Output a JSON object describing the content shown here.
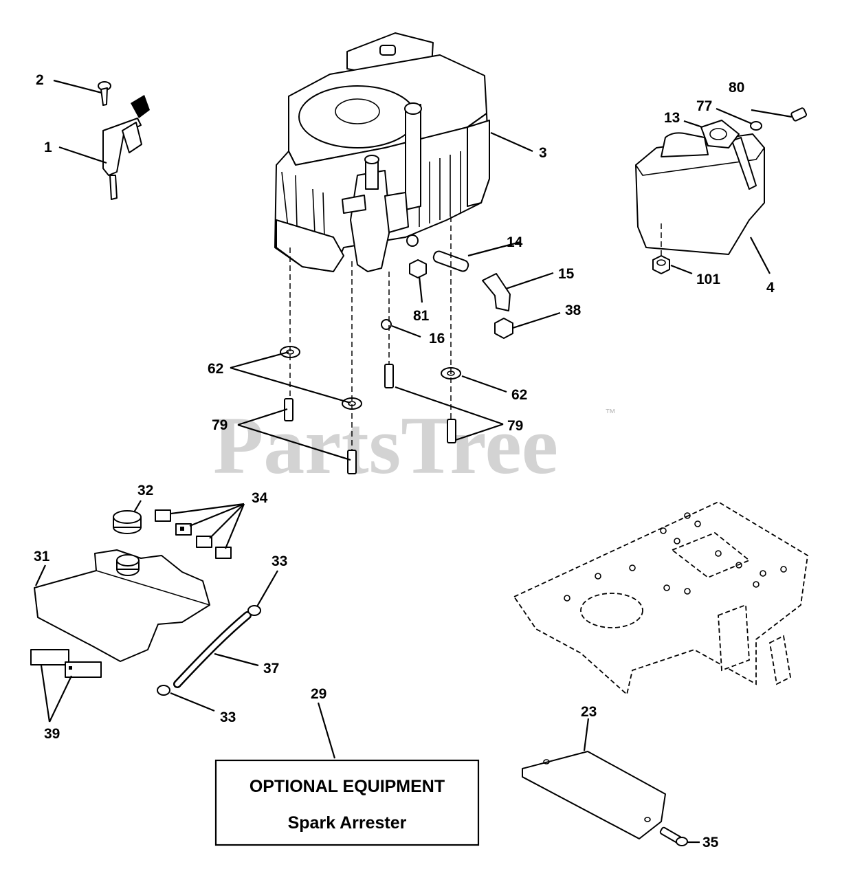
{
  "watermark": {
    "brand": "PartsTree",
    "trademark": "™"
  },
  "callouts": {
    "c1": "1",
    "c2": "2",
    "c3": "3",
    "c4": "4",
    "c13": "13",
    "c14": "14",
    "c15": "15",
    "c16": "16",
    "c23": "23",
    "c29": "29",
    "c31": "31",
    "c32": "32",
    "c33a": "33",
    "c33b": "33",
    "c34": "34",
    "c35": "35",
    "c37": "37",
    "c38": "38",
    "c39": "39",
    "c62a": "62",
    "c62b": "62",
    "c77": "77",
    "c79a": "79",
    "c79b": "79",
    "c80": "80",
    "c81": "81",
    "c101": "101"
  },
  "optional_box": {
    "title": "OPTIONAL EQUIPMENT",
    "subtitle": "Spark Arrester"
  }
}
